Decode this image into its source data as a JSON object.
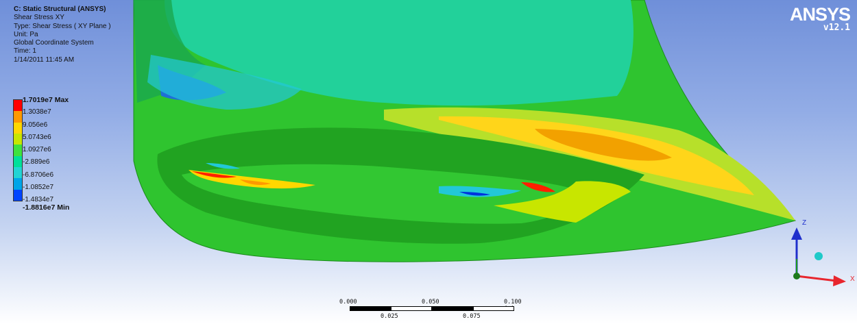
{
  "info": {
    "title": "C: Static Structural (ANSYS)",
    "lines": [
      "Shear Stress XY",
      "Type: Shear Stress ( XY Plane )",
      "Unit: Pa",
      "Global Coordinate System",
      "Time: 1",
      "1/14/2011 11:45 AM"
    ]
  },
  "legend": {
    "values": [
      "1.7019e7 Max",
      "1.3038e7",
      "9.056e6",
      "5.0743e6",
      "1.0927e6",
      "-2.889e6",
      "-6.8706e6",
      "-1.0852e7",
      "-1.4834e7",
      "-1.8816e7 Min"
    ],
    "colors": [
      "#ff0000",
      "#ff9900",
      "#ffd700",
      "#c8e600",
      "#3fe23f",
      "#00e09a",
      "#22d4d4",
      "#00a5e8",
      "#0044ff"
    ]
  },
  "logo": {
    "brand": "ANSYS",
    "version": "v12.1"
  },
  "scale": {
    "top_labels": [
      "0.000",
      "0.050",
      "0.100 (m)"
    ],
    "bottom_labels": [
      "0.025",
      "0.075"
    ]
  },
  "triad": {
    "x": "X",
    "z": "Z"
  }
}
